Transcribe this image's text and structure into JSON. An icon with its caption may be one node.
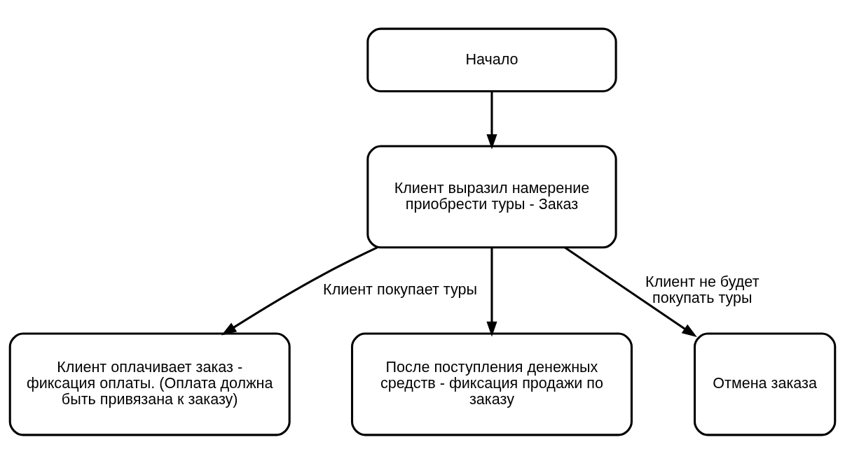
{
  "diagram": {
    "nodes": [
      {
        "text": [
          "Начало"
        ]
      },
      {
        "text": [
          "Клиент выразил намерение приобрести туры - Заказ"
        ]
      },
      {
        "text": [
          "Клиент оплачивает заказ - фиксация оплаты. (Оплата должна быть привязана к заказу)"
        ]
      },
      {
        "text": [
          "После поступления денежных средств - фиксация продажи по заказу"
        ]
      },
      {
        "text": [
          "Отмена заказа"
        ]
      }
    ],
    "edges": [
      {
        "from": 0,
        "to": 1,
        "arrow": "to"
      },
      {
        "from": 1,
        "to": 2,
        "arrow": "to",
        "label": "Клиент покупает туры"
      },
      {
        "from": 1,
        "to": 3,
        "arrow": "to"
      },
      {
        "from": 1,
        "to": 4,
        "arrow": "to",
        "label": "Клиент не будет покупать туры"
      }
    ]
  }
}
